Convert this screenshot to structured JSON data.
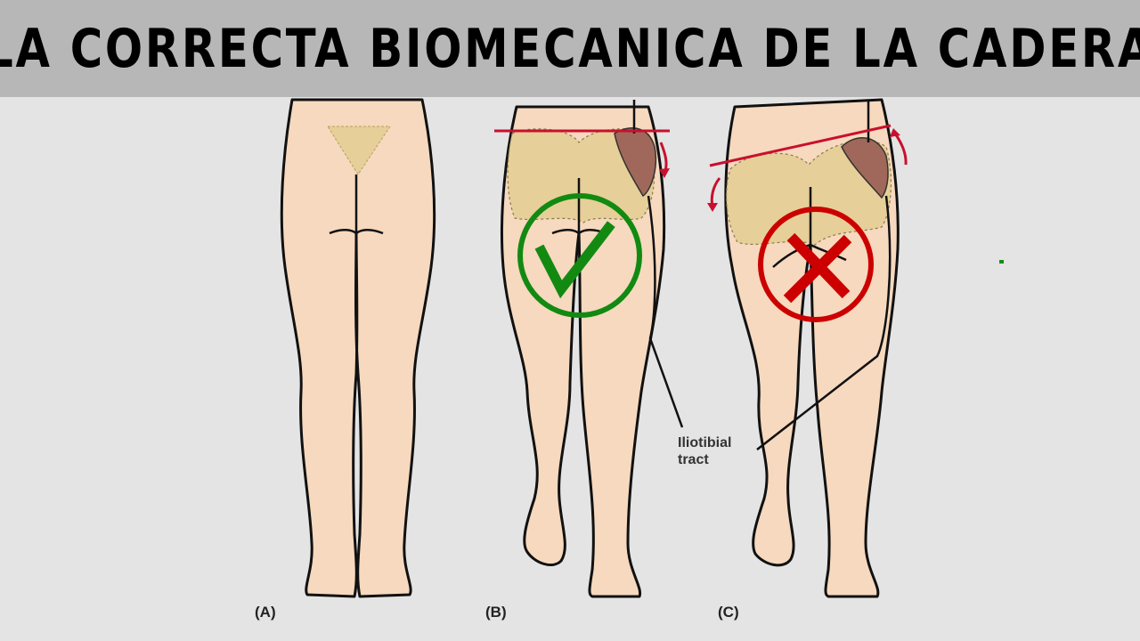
{
  "title": "LA CORRECTA BIOMECANICA DE LA CADERA",
  "figures": [
    {
      "label": "(A)",
      "status": "neutral"
    },
    {
      "label": "(B)",
      "status": "correct",
      "icon": "check-circle-icon"
    },
    {
      "label": "(C)",
      "status": "incorrect",
      "icon": "x-circle-icon"
    }
  ],
  "annotation": {
    "line1": "Iliotibial",
    "line2": "tract"
  },
  "colors": {
    "banner": "#b7b7b7",
    "background": "#e4e4e4",
    "skin": "#f6d9be",
    "pelvis": "#e6cf98",
    "correct": "#128a12",
    "incorrect": "#cc0000",
    "tilt_line": "#c8102e"
  }
}
